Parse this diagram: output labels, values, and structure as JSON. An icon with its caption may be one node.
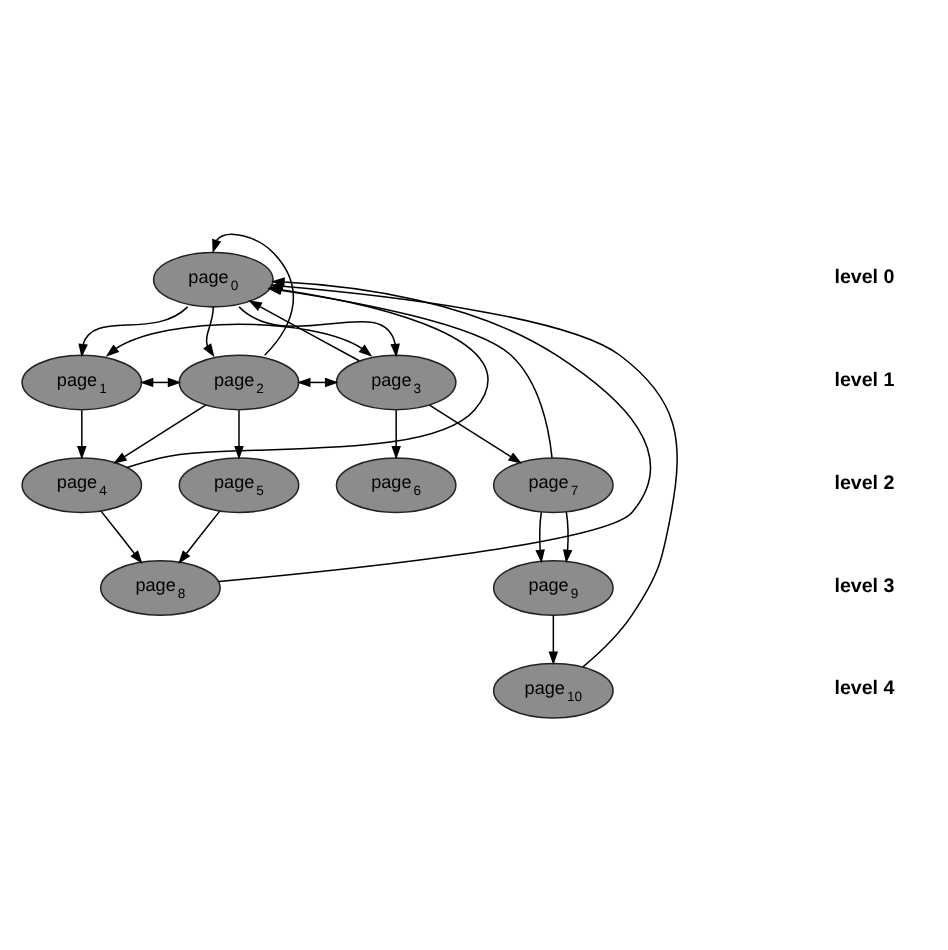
{
  "diagram": {
    "nodes": [
      {
        "text": [
          "page$_{0}$"
        ]
      },
      {
        "text": [
          "page$_{1}$"
        ]
      },
      {
        "text": [
          "page$_{2}$"
        ]
      },
      {
        "text": [
          "page$_{3}$"
        ]
      },
      {
        "text": [
          "page$_{4}$"
        ]
      },
      {
        "text": [
          "page$_{5}$"
        ]
      },
      {
        "text": [
          "page$_{6}$"
        ]
      },
      {
        "text": [
          "page$_{7}$"
        ]
      },
      {
        "text": [
          "page$_{8}$"
        ]
      },
      {
        "text": [
          "page$_{9}$"
        ]
      },
      {
        "text": [
          "page$_{10}$"
        ]
      }
    ],
    "edges": [
      {
        "from": 0,
        "to": 1,
        "arrow": "to"
      },
      {
        "from": 0,
        "to": 2,
        "arrow": "to"
      },
      {
        "from": 2,
        "to": 0,
        "arrow": "to"
      },
      {
        "from": 0,
        "to": 3,
        "arrow": "to"
      },
      {
        "from": 1,
        "to": 3,
        "arrow": "both"
      },
      {
        "from": 1,
        "to": 2,
        "arrow": "both"
      },
      {
        "from": 2,
        "to": 3,
        "arrow": "both"
      },
      {
        "from": 3,
        "to": 0,
        "arrow": "to"
      },
      {
        "from": 1,
        "to": 4,
        "arrow": "to"
      },
      {
        "from": 2,
        "to": 4,
        "arrow": "to"
      },
      {
        "from": 2,
        "to": 5,
        "arrow": "to"
      },
      {
        "from": 3,
        "to": 6,
        "arrow": "to"
      },
      {
        "from": 3,
        "to": 7,
        "arrow": "to"
      },
      {
        "from": 4,
        "to": 0,
        "arrow": "to"
      },
      {
        "from": 7,
        "to": 0,
        "arrow": "to"
      },
      {
        "from": 4,
        "to": 8,
        "arrow": "to"
      },
      {
        "from": 5,
        "to": 8,
        "arrow": "to"
      },
      {
        "from": 8,
        "to": 0,
        "arrow": "to"
      },
      {
        "from": 7,
        "to": 9,
        "arrow": "to"
      },
      {
        "from": 7,
        "to": 9,
        "arrow": "to"
      },
      {
        "from": 9,
        "to": 10,
        "arrow": "to"
      },
      {
        "from": 10,
        "to": 0,
        "arrow": "to"
      }
    ],
    "labels": [
      "level 0",
      "level 1",
      "level 2",
      "level 3",
      "level 4"
    ]
  }
}
